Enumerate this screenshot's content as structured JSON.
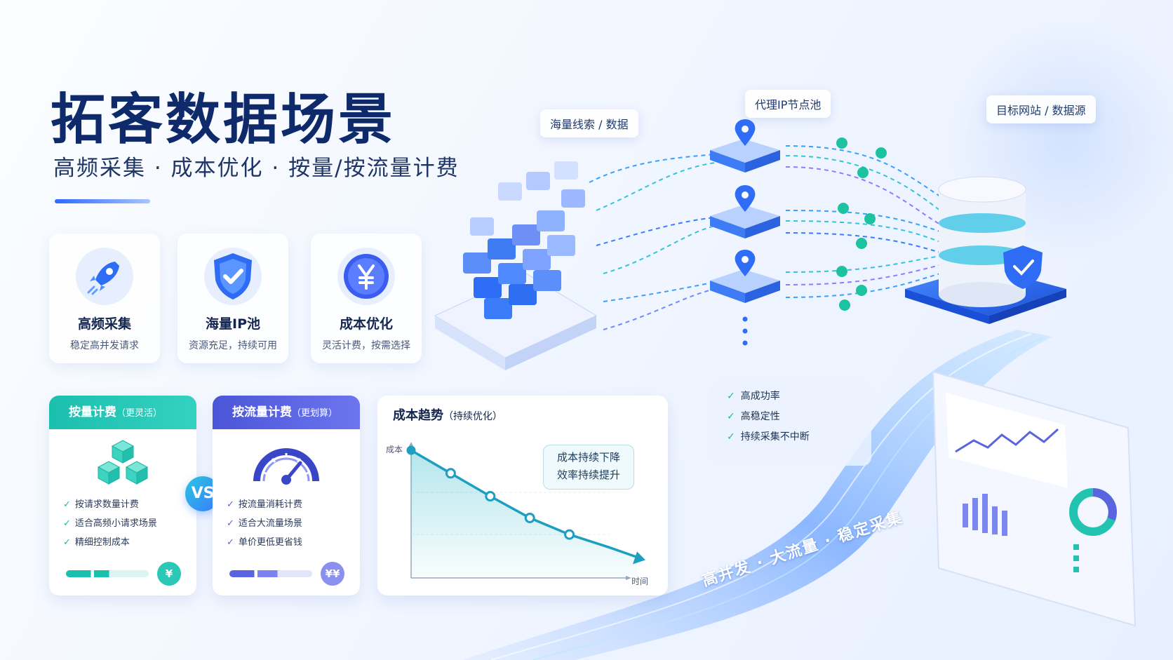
{
  "header": {
    "title": "拓客数据场景",
    "subtitle": "高频采集 · 成本优化 · 按量/按流量计费"
  },
  "features": [
    {
      "title": "高频采集",
      "desc": "稳定高并发请求",
      "icon": "rocket-icon"
    },
    {
      "title": "海量IP池",
      "desc": "资源充足，持续可用",
      "icon": "shield-check-icon"
    },
    {
      "title": "成本优化",
      "desc": "灵活计费，按需选择",
      "icon": "yen-coin-icon"
    }
  ],
  "billing": {
    "volume": {
      "title": "按量计费",
      "tag": "（更灵活）",
      "items": [
        "按请求数量计费",
        "适合高频小请求场景",
        "精细控制成本"
      ],
      "coin": "¥",
      "color": "#22c3b0"
    },
    "traffic": {
      "title": "按流量计费",
      "tag": "（更划算）",
      "items": [
        "按流量消耗计费",
        "适合大流量场景",
        "单价更低更省钱"
      ],
      "coin": "¥¥",
      "color": "#5a63e0"
    },
    "vs": "VS"
  },
  "trend": {
    "title": "成本趋势",
    "tag": "（持续优化）",
    "ylabel": "成本",
    "xlabel": "时间",
    "bubble_line1": "成本持续下降",
    "bubble_line2": "效率持续提升"
  },
  "chart_data": {
    "type": "line",
    "title": "成本趋势（持续优化）",
    "xlabel": "时间",
    "ylabel": "成本",
    "x": [
      0,
      1,
      2,
      3,
      4,
      5
    ],
    "values": [
      100,
      82,
      64,
      47,
      34,
      24
    ],
    "grid": true
  },
  "flow": {
    "source_label": "海量线索 / 数据",
    "proxy_label": "代理IP节点池",
    "target_label": "目标网站 / 数据源"
  },
  "benefits": [
    "高成功率",
    "高稳定性",
    "持续采集不中断"
  ],
  "slogan": "高并发 · 大流量 · 稳定采集",
  "colors": {
    "brand": "#0e2a6b",
    "accent": "#2b6bff",
    "teal": "#22c3b0",
    "purple": "#5a63e0"
  }
}
